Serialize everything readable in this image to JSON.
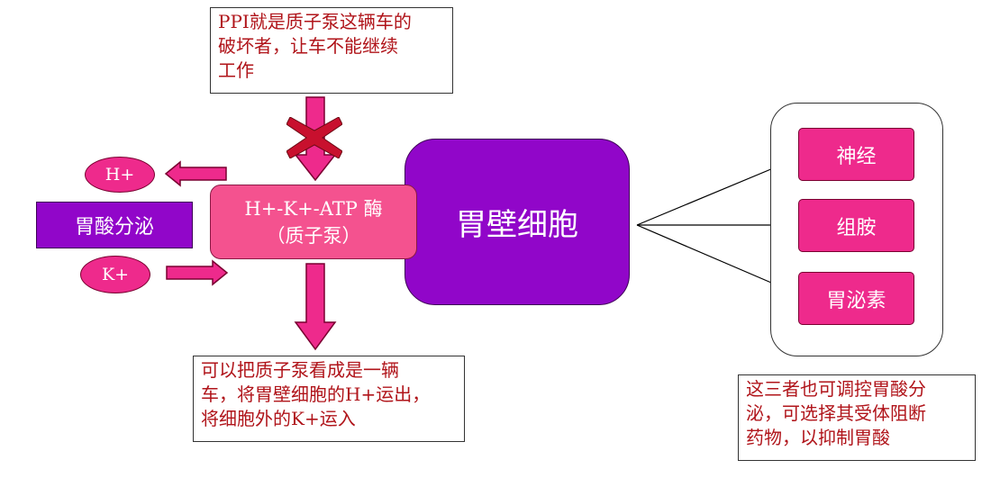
{
  "notes": {
    "ppi": {
      "lines": [
        "PPI就是质子泵这辆车的",
        "破坏者，让车不能继续",
        "工作"
      ]
    },
    "pump_explain": {
      "lines": [
        "可以把质子泵看成是一辆",
        "车，将胃壁细胞的H+运出，",
        "将细胞外的K+运入"
      ]
    },
    "receptor": {
      "lines": [
        "这三者也可调控胃酸分",
        "泌，可选择其受体阻断",
        "药物，以抑制胃酸"
      ]
    }
  },
  "ions": {
    "h_plus": "H+",
    "k_plus": "K+"
  },
  "secretion_label": "胃酸分泌",
  "pump": {
    "line1": "H+-K+-ATP 酶",
    "line2": "（质子泵）"
  },
  "cell_label": "胃壁细胞",
  "factors": [
    "神经",
    "组胺",
    "胃泌素"
  ],
  "colors": {
    "pink": "#ee2a8c",
    "purple": "#9106c9",
    "note_text": "#b0141a",
    "cross": "#c8102e"
  },
  "icons": {
    "block": "cross-icon"
  }
}
